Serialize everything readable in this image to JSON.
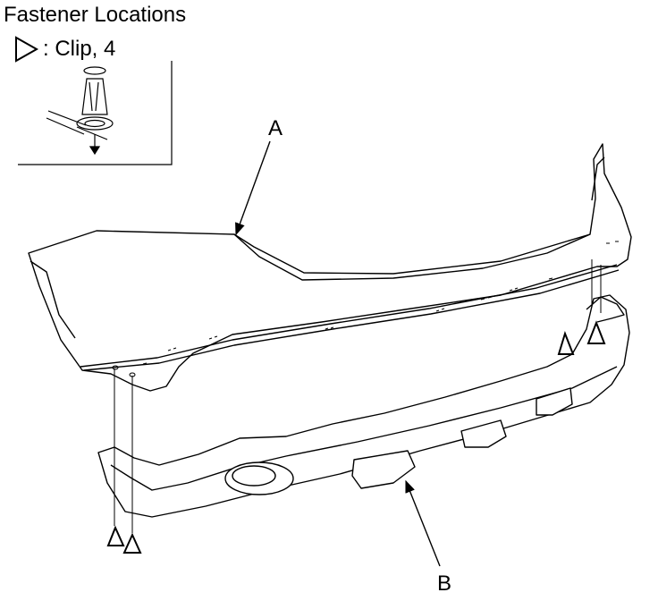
{
  "title": "Fastener Locations",
  "legend": {
    "symbol_icon": "clip-triangle-icon",
    "text": ": Clip, 4"
  },
  "labels": {
    "a": "A",
    "b": "B"
  },
  "colors": {
    "line": "#000000",
    "fill": "#ffffff"
  }
}
